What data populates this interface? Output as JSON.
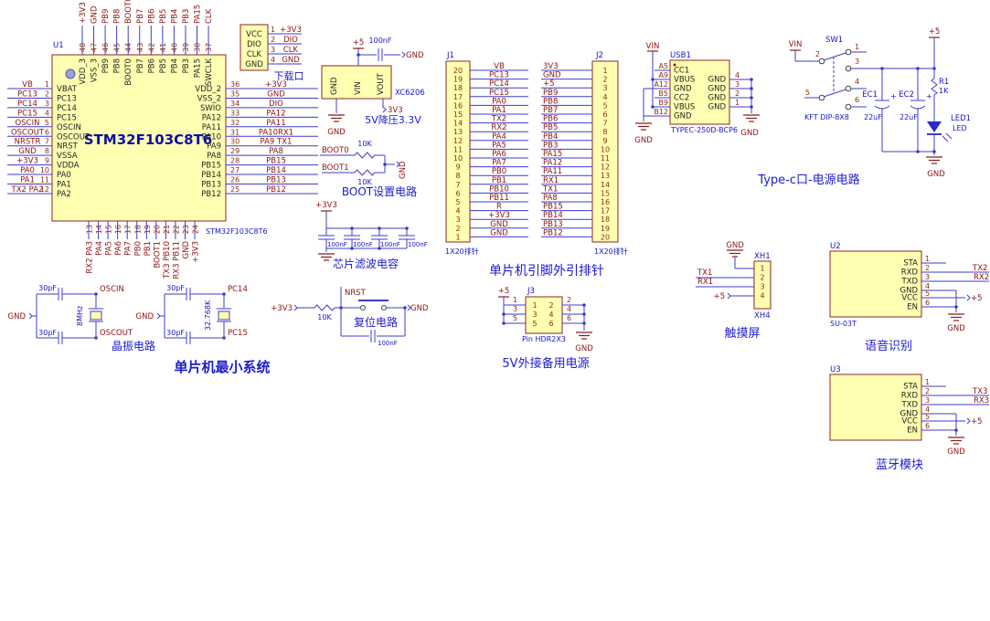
{
  "common": {
    "gnd": "GND",
    "plus5": "+5",
    "plus3v3": "+3V3",
    "vin": "VIN",
    "plus": "+"
  },
  "titles": {
    "download": "下载口",
    "regulator": "5V降压3.3V",
    "boot": "BOOT设置电路",
    "filter": "芯片滤波电容",
    "crystal": "晶振电路",
    "mcu_section": "单片机最小系统",
    "reset": "复位电路",
    "headers": "单片机引脚外引排针",
    "backup": "5V外接备用电源",
    "typec": "Type-c口-电源电路",
    "touch": "触摸屏",
    "voice": "语音识别",
    "bluetooth": "蓝牙模块"
  },
  "mcu": {
    "ref": "U1",
    "name": "STM32F103C8T6",
    "sub": "STM32F103C8T6",
    "left": [
      {
        "net": "VB",
        "num": "1",
        "name": "VBAT"
      },
      {
        "net": "PC13",
        "num": "2",
        "name": "PC13"
      },
      {
        "net": "PC14",
        "num": "3",
        "name": "PC14"
      },
      {
        "net": "PC15",
        "num": "4",
        "name": "PC15"
      },
      {
        "net": "OSCIN",
        "num": "5",
        "name": "OSCIN"
      },
      {
        "net": "OSCOUT",
        "num": "6",
        "name": "OSCOUT"
      },
      {
        "net": "NRSTR",
        "num": "7",
        "name": "NRST"
      },
      {
        "net": "GND",
        "num": "8",
        "name": "VSSA"
      },
      {
        "net": "+3V3",
        "num": "9",
        "name": "VDDA"
      },
      {
        "net": "PA0",
        "num": "10",
        "name": "PA0"
      },
      {
        "net": "PA1",
        "num": "11",
        "name": "PA1"
      },
      {
        "net": "TX2 PA2",
        "num": "12",
        "name": "PA2"
      }
    ],
    "right": [
      {
        "num": "36",
        "net": "+3V3",
        "name": "VDD_2"
      },
      {
        "num": "35",
        "net": "GND",
        "name": "VSS_2"
      },
      {
        "num": "34",
        "net": "DIO",
        "name": "SWIO"
      },
      {
        "num": "33",
        "net": "PA12",
        "name": "PA12"
      },
      {
        "num": "32",
        "net": "PA11",
        "name": "PA11"
      },
      {
        "num": "31",
        "net": "PA10RX1",
        "name": "PA10"
      },
      {
        "num": "30",
        "net": "PA9 TX1",
        "name": "PA9"
      },
      {
        "num": "29",
        "net": "PA8",
        "name": "PA8"
      },
      {
        "num": "28",
        "net": "PB15",
        "name": "PB15"
      },
      {
        "num": "27",
        "net": "PB14",
        "name": "PB14"
      },
      {
        "num": "26",
        "net": "PB13",
        "name": "PB13"
      },
      {
        "num": "25",
        "net": "PB12",
        "name": "PB12"
      }
    ],
    "top": [
      {
        "net": "+3V3",
        "num": "48",
        "name": "VDD_3"
      },
      {
        "net": "GND",
        "num": "47",
        "name": "VSS_3"
      },
      {
        "net": "PB9",
        "num": "46",
        "name": "PB9"
      },
      {
        "net": "PB8",
        "num": "45",
        "name": "PB8"
      },
      {
        "net": "BOOT0",
        "num": "44",
        "name": "BOOT0"
      },
      {
        "net": "PB7",
        "num": "43",
        "name": "PB7"
      },
      {
        "net": "PB6",
        "num": "42",
        "name": "PB6"
      },
      {
        "net": "PB5",
        "num": "41",
        "name": "PB5"
      },
      {
        "net": "PB4",
        "num": "40",
        "name": "PB4"
      },
      {
        "net": "PB3",
        "num": "39",
        "name": "PB3"
      },
      {
        "net": "PA15",
        "num": "38",
        "name": "PA15"
      },
      {
        "net": "CLK",
        "num": "37",
        "name": "SWCLK"
      }
    ],
    "bottom": [
      {
        "net": "RX2 PA3",
        "num": "13",
        "name": "PA3"
      },
      {
        "net": "PA4",
        "num": "14",
        "name": "PA4"
      },
      {
        "net": "PA5",
        "num": "15",
        "name": "PA5"
      },
      {
        "net": "PA6",
        "num": "16",
        "name": "PA6"
      },
      {
        "net": "PA7",
        "num": "17",
        "name": "PA7"
      },
      {
        "net": "PB0",
        "num": "18",
        "name": "PB0"
      },
      {
        "net": "PB1",
        "num": "19",
        "name": "PB1"
      },
      {
        "net": "BOOT1",
        "num": "20",
        "name": "PB2/BOOT1"
      },
      {
        "net": "TX3 PB10",
        "num": "21",
        "name": "PB10"
      },
      {
        "net": "RX3 PB11",
        "num": "22",
        "name": "PB11"
      },
      {
        "net": "GND",
        "num": "23",
        "name": "VSS_1"
      },
      {
        "net": "+3V3",
        "num": "24",
        "name": "VDD_1"
      }
    ]
  },
  "download": {
    "names": [
      "VCC",
      "DIO",
      "CLK",
      "GND"
    ],
    "nums": [
      "1",
      "2",
      "3",
      "4"
    ],
    "nets": [
      "+3V3",
      "DIO",
      "CLK",
      "GND"
    ]
  },
  "regulator": {
    "part": "XC6206",
    "pins": [
      "GND",
      "VIN",
      "VOUT"
    ],
    "cap": "100nF",
    "out": "3V3"
  },
  "boot": {
    "nets": [
      "BOOT0",
      "BOOT1"
    ],
    "res": [
      "10K",
      "10K"
    ]
  },
  "filter": {
    "caps": [
      "100nF",
      "100nF",
      "100nF",
      "100nF"
    ]
  },
  "crystal1": {
    "cap": "30pF",
    "freq": "8MHz",
    "net_top": "OSCIN",
    "net_bot": "OSCOUT"
  },
  "crystal2": {
    "cap": "30pF",
    "freq": "32.768K",
    "net_top": "PC14",
    "net_bot": "PC15"
  },
  "reset": {
    "res": "10K",
    "net": "NRST",
    "cap": "100nF"
  },
  "j1": {
    "ref": "J1",
    "type": "1X20排针",
    "nums": [
      "20",
      "19",
      "18",
      "17",
      "16",
      "15",
      "14",
      "13",
      "12",
      "11",
      "10",
      "9",
      "8",
      "7",
      "6",
      "5",
      "4",
      "3",
      "2",
      "1"
    ],
    "nets": [
      "VB",
      "PC13",
      "PC14",
      "PC15",
      "PA0",
      "PA1",
      "TX2",
      "RX2",
      "PA4",
      "PA5",
      "PA6",
      "PA7",
      "PB0",
      "PB1",
      "PB10",
      "PB11",
      "R",
      "+3V3",
      "GND",
      "GND"
    ]
  },
  "j2": {
    "ref": "J2",
    "type": "1X20排针",
    "nums": [
      "1",
      "2",
      "3",
      "4",
      "5",
      "6",
      "7",
      "8",
      "9",
      "10",
      "11",
      "12",
      "13",
      "14",
      "15",
      "16",
      "17",
      "18",
      "19",
      "20"
    ],
    "nets": [
      "3V3",
      "GND",
      "+5",
      "PB9",
      "PB8",
      "PB7",
      "PB6",
      "PB5",
      "PB4",
      "PB3",
      "PA15",
      "PA12",
      "PA11",
      "RX1",
      "TX1",
      "PA8",
      "PB15",
      "PB14",
      "PB13",
      "PB12"
    ]
  },
  "j3": {
    "ref": "J3",
    "part": "Pin HDR2X3",
    "left_nums": [
      "1",
      "3",
      "5"
    ],
    "right_nums": [
      "2",
      "4",
      "6"
    ],
    "inner": [
      "1",
      "2",
      "3",
      "4",
      "5",
      "6"
    ]
  },
  "usb": {
    "ref": "USB1",
    "part": "TYPEC-250D-BCP6",
    "left": [
      {
        "num": "A5",
        "name": "CC1"
      },
      {
        "num": "A9",
        "name": "VBUS"
      },
      {
        "num": "A12",
        "name": "GND"
      },
      {
        "num": "B5",
        "name": "CC2"
      },
      {
        "num": "B9",
        "name": "VBUS"
      },
      {
        "num": "B12",
        "name": "GND"
      }
    ],
    "right_nums": [
      "4",
      "3",
      "2",
      "1"
    ],
    "right_name": "GND"
  },
  "sw": {
    "ref": "SW1",
    "part": "KFT DIP-8X8",
    "nums": [
      "1",
      "2",
      "3",
      "4",
      "5",
      "6"
    ]
  },
  "pwr": {
    "ec1": "EC1",
    "ec2": "EC2",
    "c1": "22uF",
    "c2": "22uF",
    "r1": "R1",
    "r1v": "1K",
    "led_ref": "LED1",
    "led": "LED"
  },
  "touch": {
    "top": "XH1",
    "bottom": "XH4",
    "nums": [
      "1",
      "2",
      "3",
      "4"
    ],
    "tx": "TX1",
    "rx": "RX1"
  },
  "voice": {
    "ref": "U2",
    "part": "SU-03T",
    "names": [
      "STA",
      "RXD",
      "TXD",
      "GND",
      "VCC",
      "EN"
    ],
    "nums": [
      "1",
      "2",
      "3",
      "4",
      "5",
      "6"
    ],
    "tx": "TX2",
    "rx": "RX2"
  },
  "bt": {
    "ref": "U3",
    "names": [
      "STA",
      "RXD",
      "TXD",
      "GND",
      "VCC",
      "EN"
    ],
    "nums": [
      "1",
      "2",
      "3",
      "4",
      "5",
      "6"
    ],
    "tx": "TX3",
    "rx": "RX3"
  }
}
